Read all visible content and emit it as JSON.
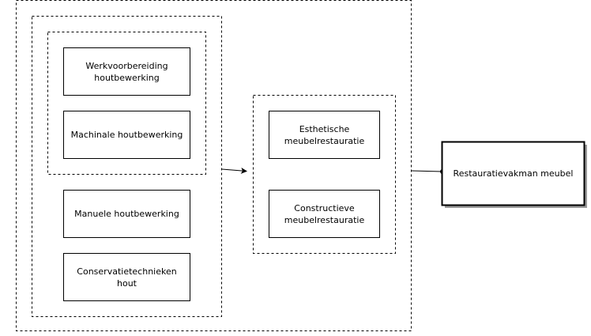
{
  "boxes": {
    "werkvoorbereiding": {
      "line1": "Werkvoorbereiding",
      "line2": "houtbewerking"
    },
    "machinale": {
      "line1": "Machinale houtbewerking"
    },
    "manuele": {
      "line1": "Manuele houtbewerking"
    },
    "conservatie": {
      "line1": "Conservatietechnieken",
      "line2": "hout"
    },
    "esthetische": {
      "line1": "Esthetische",
      "line2": "meubelrestauratie"
    },
    "constructieve": {
      "line1": "Constructieve",
      "line2": "meubelrestauratie"
    },
    "restauratievakman": {
      "line1": "Restauratievakman meubel"
    }
  },
  "colors": {
    "stroke": "#000000",
    "fill": "#ffffff",
    "shadow": "#9a9a9a"
  }
}
